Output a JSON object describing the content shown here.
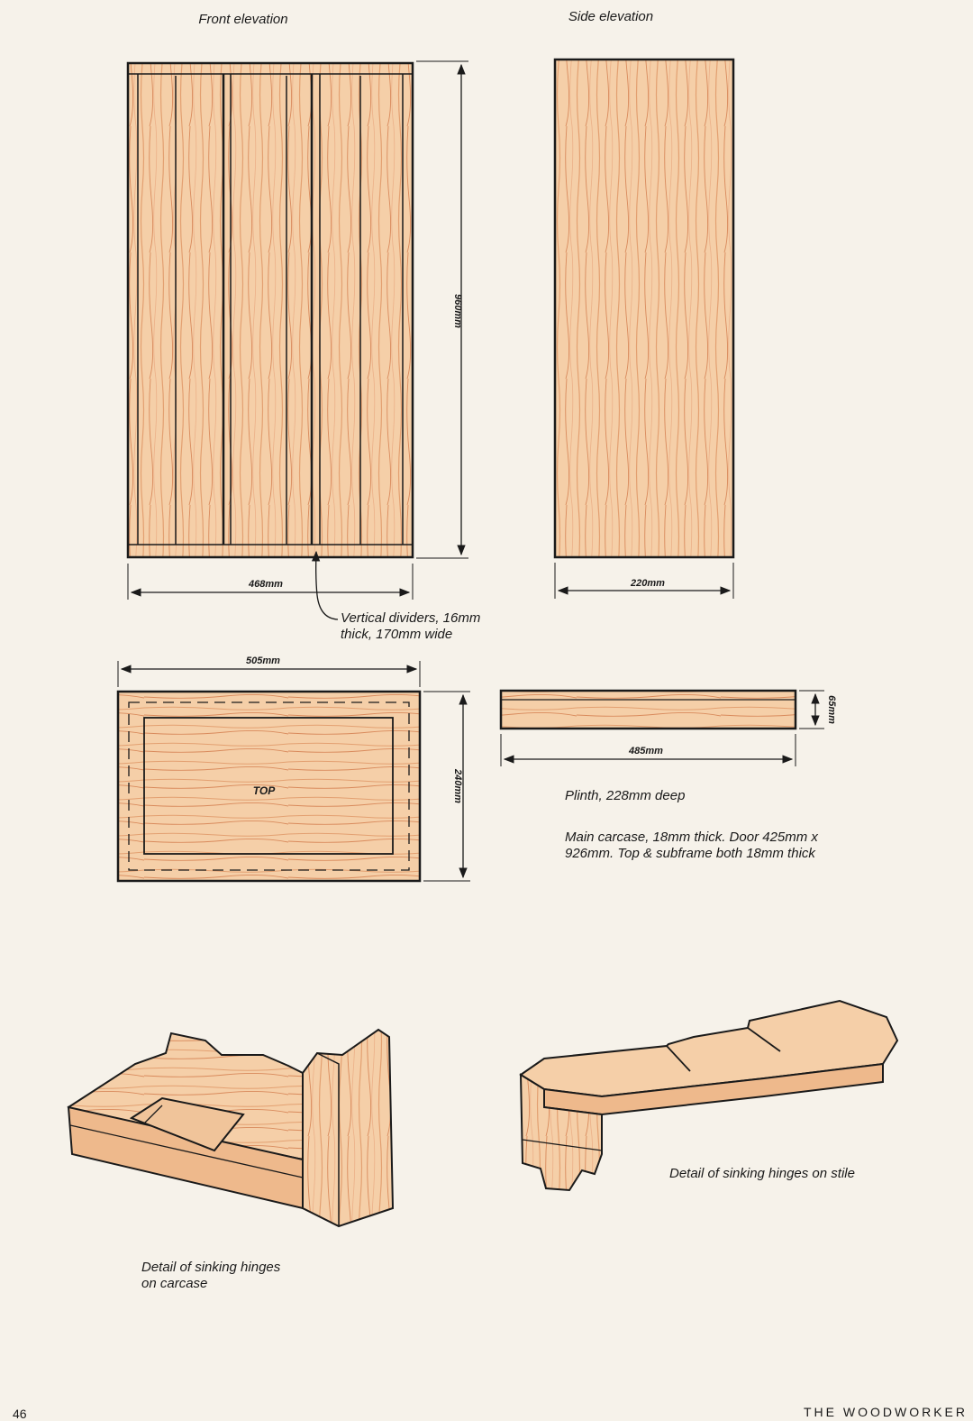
{
  "labels": {
    "front_elevation": "Front elevation",
    "side_elevation": "Side elevation",
    "dim_front_height": "960mm",
    "dim_front_width": "468mm",
    "dim_side_width": "220mm",
    "dividers_line1": "Vertical dividers, 16mm",
    "dividers_line2": "thick, 170mm wide",
    "dim_top_width": "505mm",
    "dim_top_depth": "240mm",
    "top_label": "TOP",
    "dim_plinth_height": "65mm",
    "dim_plinth_length": "485mm",
    "plinth_caption": "Plinth, 228mm deep",
    "carcase_line1": "Main carcase, 18mm thick. Door 425mm x",
    "carcase_line2": "926mm. Top & subframe both 18mm thick",
    "detail_stile": "Detail of sinking hinges on stile",
    "detail_carcase_line1": "Detail of sinking hinges",
    "detail_carcase_line2": "on carcase"
  },
  "footer": {
    "page_number": "46",
    "magazine": "THE WOODWORKER"
  },
  "colors": {
    "wood_light": "#f5cfa8",
    "wood_mid": "#eeb98c",
    "wood_grain": "#d98a5c",
    "outline": "#1a1a1a",
    "paper": "#f6f2ea"
  }
}
